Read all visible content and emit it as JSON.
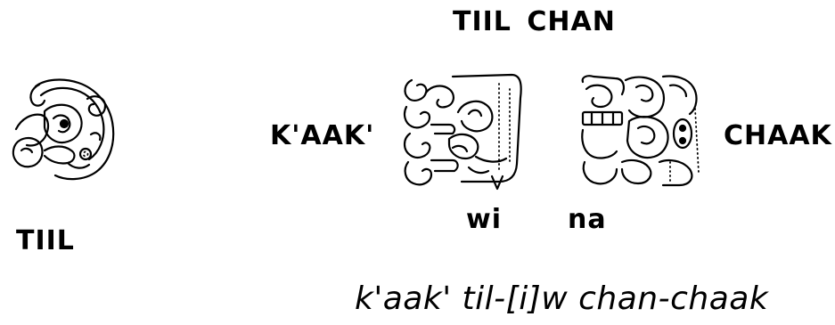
{
  "labels": {
    "til_chan": "TIIL  CHAN",
    "kaak": "K'AAK'",
    "chaak": "CHAAK",
    "til": "TIIL",
    "wi": "wi",
    "na": "na"
  },
  "transliteration": "k'aak' til-[i]w chan-chaak"
}
